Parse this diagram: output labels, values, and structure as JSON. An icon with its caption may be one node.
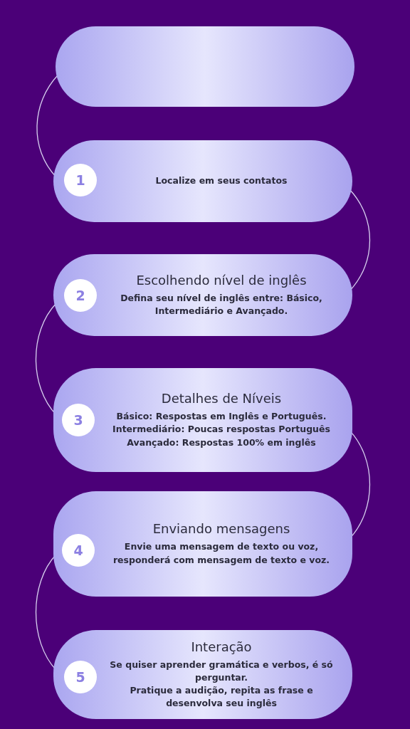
{
  "diagram": {
    "nodes": [
      {
        "text": [],
        "shape": "box"
      },
      {
        "text": [
          "Localize em seus contatos"
        ]
      },
      {
        "text": [
          "1"
        ],
        "in": 1
      },
      {
        "text": [
          "Escolhendo nível de inglês",
          "Defina seu nível de inglês entre: Básico, Intermediário e Avançado."
        ]
      },
      {
        "text": [
          "2"
        ],
        "in": 3
      },
      {
        "text": [
          "Detalhes de Níveis",
          "Básico: Respostas em Inglês e Português.",
          "Intermediário: Poucas respostas Português",
          "Avançado: Respostas 100% em inglês"
        ]
      },
      {
        "text": [
          "3"
        ],
        "in": 5
      },
      {
        "text": [
          "Enviando mensagens",
          "Envie uma mensagem de texto ou voz, responderá com mensagem de texto e voz."
        ]
      },
      {
        "text": [
          "4"
        ],
        "in": 7
      },
      {
        "text": [
          "Interação",
          "Se quiser aprender gramática e verbos, é só perguntar.",
          "Pratique a audição, repita as frase e desenvolva seu inglês"
        ]
      },
      {
        "text": [
          "5"
        ],
        "in": 9
      }
    ],
    "edges": [
      {
        "from": 0,
        "to": 1,
        "arrow": "none"
      },
      {
        "from": 1,
        "to": 3,
        "arrow": "none"
      },
      {
        "from": 3,
        "to": 5,
        "arrow": "none"
      },
      {
        "from": 5,
        "to": 7,
        "arrow": "none"
      },
      {
        "from": 7,
        "to": 9,
        "arrow": "none"
      }
    ]
  }
}
